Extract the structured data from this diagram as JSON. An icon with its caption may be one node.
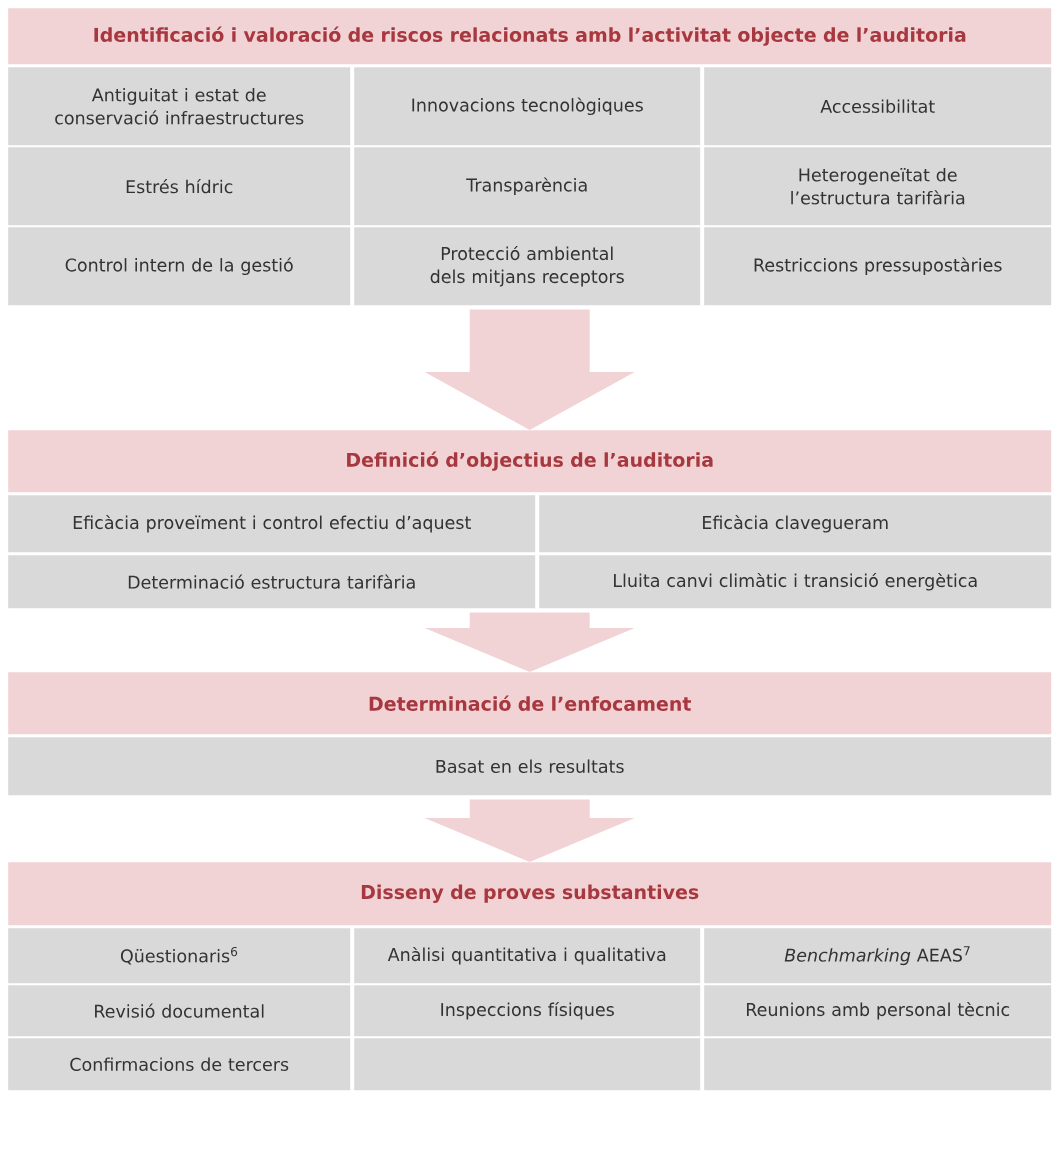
{
  "diagram": {
    "nodes": [
      {
        "text": [
          "Identificació i valoració de riscos relacionats amb l’activitat objecte de l’auditoria"
        ]
      },
      {
        "text": [
          "Antiguitat i estat de conservació infraestructures"
        ]
      },
      {
        "text": [
          "Innovacions tecnològiques"
        ]
      },
      {
        "text": [
          "Accessibilitat"
        ]
      },
      {
        "text": [
          "Estrés hídric"
        ]
      },
      {
        "text": [
          "Transparència"
        ]
      },
      {
        "text": [
          "Heterogeneïtat de l’estructura tarifària"
        ]
      },
      {
        "text": [
          "Control intern de la gestió"
        ]
      },
      {
        "text": [
          "Protecció ambiental dels mitjans receptors"
        ]
      },
      {
        "text": [
          "Restriccions pressupostàries"
        ]
      },
      {
        "text": [
          "Definició d’objectius de l’auditoria"
        ]
      },
      {
        "text": [
          "Eficàcia proveïment i control efectiu d’aquest"
        ]
      },
      {
        "text": [
          "Eficàcia clavegueram"
        ]
      },
      {
        "text": [
          "Determinació estructura tarifària"
        ]
      },
      {
        "text": [
          "Lluita canvi climàtic i transició energètica"
        ]
      },
      {
        "text": [
          "Determinació de l’enfocament"
        ]
      },
      {
        "text": [
          "Basat en els resultats"
        ]
      },
      {
        "text": [
          "Disseny de proves substantives"
        ]
      },
      {
        "text": [
          "Qüestionaris$^{6}$"
        ]
      },
      {
        "text": [
          "Anàlisi quantitativa i qualitativa"
        ]
      },
      {
        "text": [
          "*Benchmarking* AEAS$^{7}$"
        ]
      },
      {
        "text": [
          "Revisió documental"
        ]
      },
      {
        "text": [
          "Inspeccions físiques"
        ]
      },
      {
        "text": [
          "Reunions amb personal tècnic"
        ]
      },
      {
        "text": [
          "Confirmacions de tercers"
        ]
      },
      {
        "text": [],
        "shape": "box"
      },
      {
        "text": [],
        "shape": "box"
      }
    ],
    "edges": [
      {
        "from": 8,
        "to": 10,
        "arrow": "to"
      },
      {
        "from": 13,
        "to": 15,
        "arrow": "to"
      },
      {
        "from": 16,
        "to": 17,
        "arrow": "to"
      }
    ]
  }
}
